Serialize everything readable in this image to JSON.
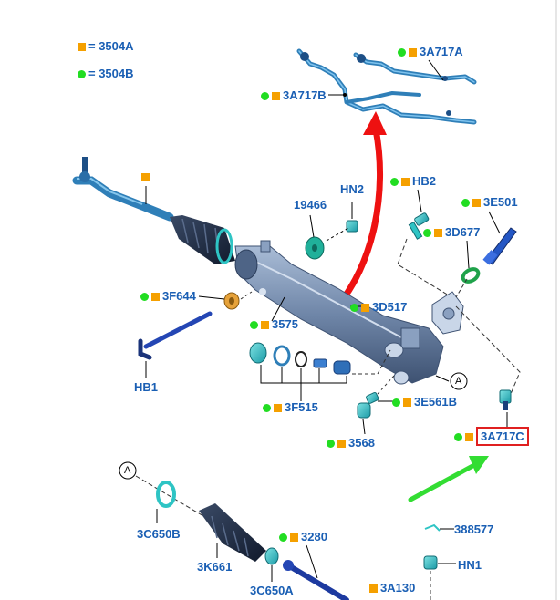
{
  "legend": {
    "orange": "= 3504A",
    "green": "= 3504B"
  },
  "labels": {
    "p3A717A": "3A717A",
    "p3A717B": "3A717B",
    "p19466": "19466",
    "pHN2": "HN2",
    "pHB2": "HB2",
    "p3E501": "3E501",
    "p3D677": "3D677",
    "p3F644": "3F644",
    "p3575": "3575",
    "p3D517": "3D517",
    "pHB1": "HB1",
    "p3F515": "3F515",
    "p3E561B": "3E561B",
    "p3568": "3568",
    "p3A717C": "3A717C",
    "p3C650B": "3C650B",
    "p3K661": "3K661",
    "p3C650A": "3C650A",
    "p3280": "3280",
    "p388577": "388577",
    "pHN1": "HN1",
    "p3A130": "3A130",
    "refA1": "A",
    "refA2": "A"
  },
  "colors": {
    "label": "#1a5fb4",
    "orange_marker": "#f5a000",
    "green_marker": "#22dd22",
    "highlight_box": "#e02020",
    "red_arrow": "#ee1111",
    "green_arrow": "#33dd33",
    "part_blue": "#2f7fb8",
    "part_teal": "#2ec4c4",
    "part_dark": "#1d2b4a",
    "part_gear_body": "#6f86a8"
  }
}
